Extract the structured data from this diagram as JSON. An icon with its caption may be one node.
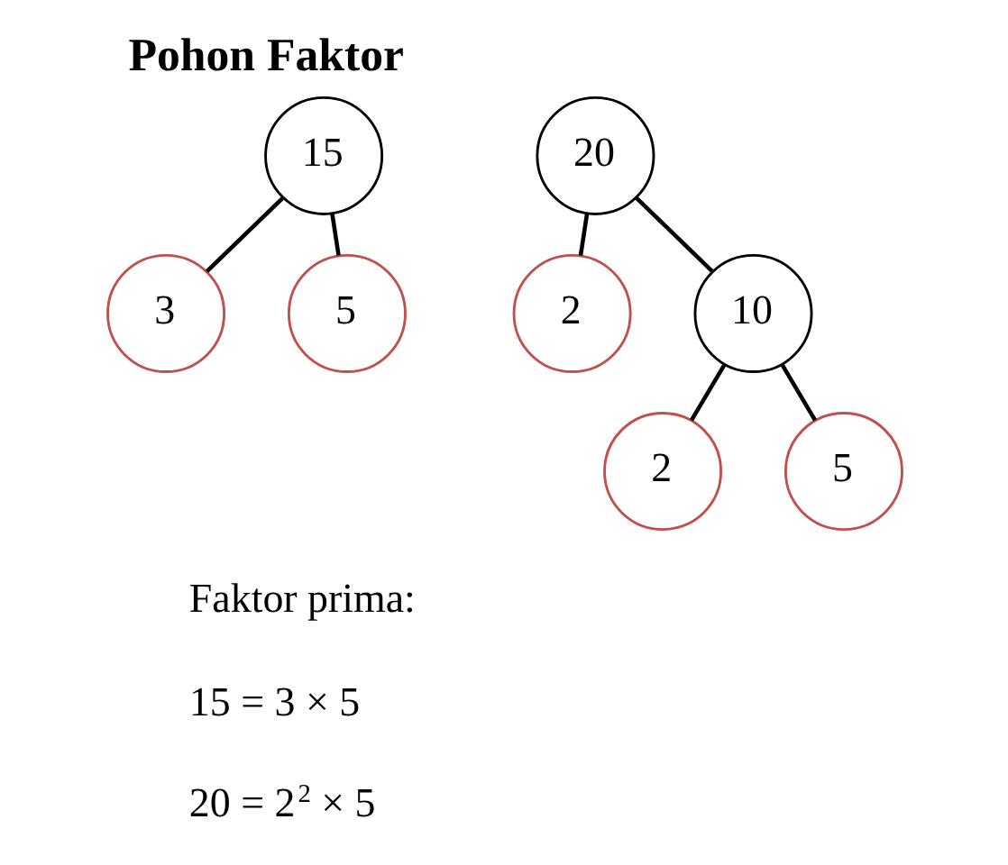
{
  "diagram": {
    "title": "Pohon Faktor",
    "nodes": [
      {
        "text": [
          "15"
        ]
      },
      {
        "text": [
          "3"
        ]
      },
      {
        "text": [
          "5"
        ]
      },
      {
        "text": [
          "20"
        ]
      },
      {
        "text": [
          "2"
        ]
      },
      {
        "text": [
          "10"
        ]
      },
      {
        "text": [
          "2"
        ]
      },
      {
        "text": [
          "5"
        ]
      }
    ],
    "edges": [
      {
        "from": 0,
        "to": 1,
        "arrow": "none"
      },
      {
        "from": 0,
        "to": 2,
        "arrow": "none"
      },
      {
        "from": 3,
        "to": 4,
        "arrow": "none"
      },
      {
        "from": 3,
        "to": 5,
        "arrow": "none"
      },
      {
        "from": 5,
        "to": 6,
        "arrow": "none"
      },
      {
        "from": 5,
        "to": 7,
        "arrow": "none"
      }
    ],
    "labels": [
      "Faktor prima:",
      "15 = 3 × 5",
      "20 = 2$^{2}$ × 5"
    ]
  }
}
